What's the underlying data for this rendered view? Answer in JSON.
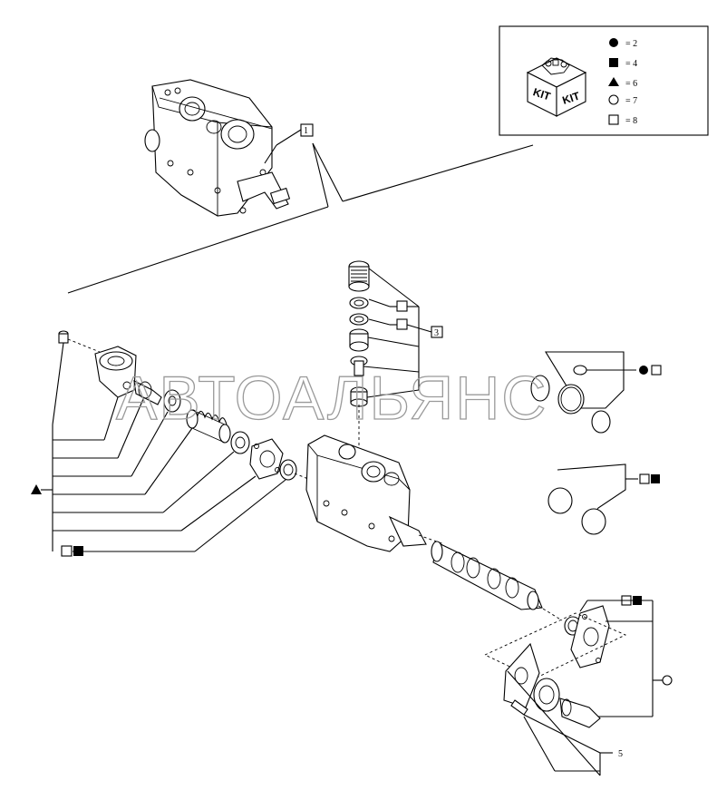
{
  "legend": {
    "items": [
      {
        "symbol": "filled-circle",
        "label": "= 2"
      },
      {
        "symbol": "filled-square",
        "label": "= 4"
      },
      {
        "symbol": "filled-triangle",
        "label": "= 6"
      },
      {
        "symbol": "open-circle",
        "label": "= 7"
      },
      {
        "symbol": "open-square",
        "label": "= 8"
      }
    ],
    "kit_text_left": "KIT",
    "kit_text_right": "KIT"
  },
  "callouts": {
    "body_ref": "1",
    "valve_stack_ref": "3",
    "detent_ref": "5"
  },
  "watermark": "АВТОАЛЬЯНС",
  "colors": {
    "ink": "#000000",
    "watermark": "#9a9a9a",
    "background": "#ffffff"
  }
}
